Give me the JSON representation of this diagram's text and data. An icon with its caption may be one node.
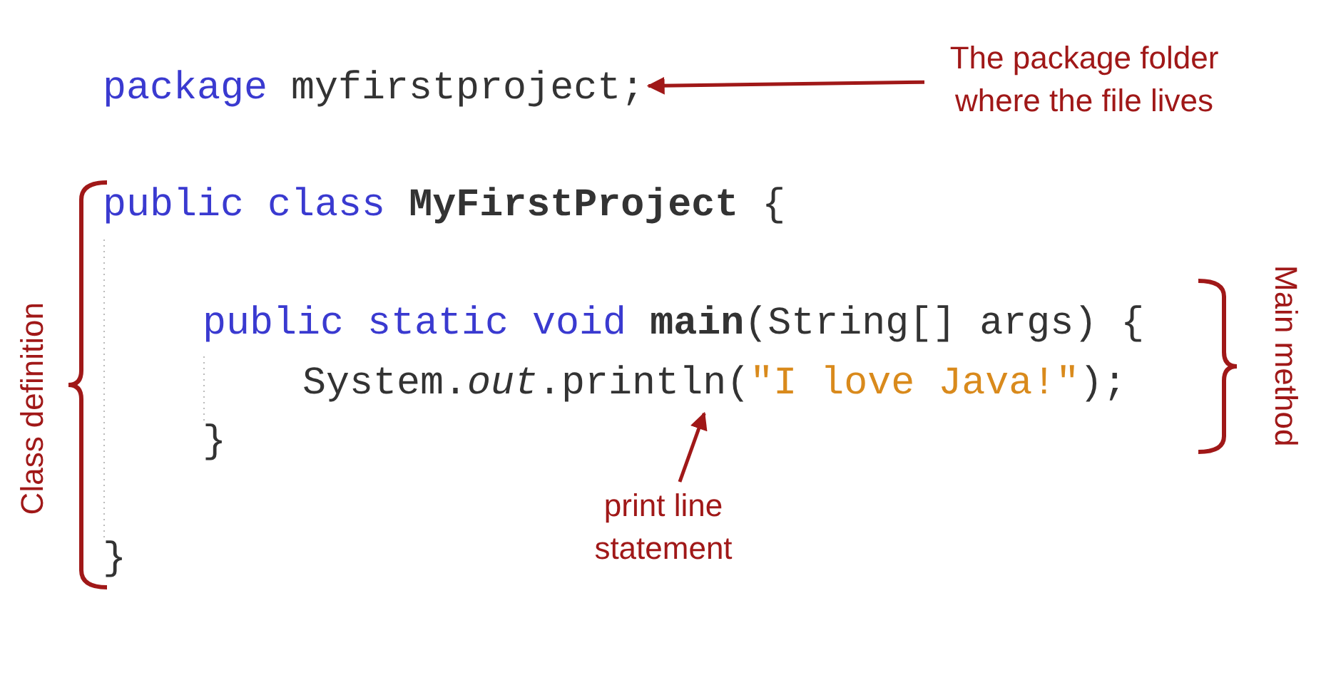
{
  "diagram": {
    "nodes": [
      {
        "text": [
          "package myfirstproject;"
        ]
      },
      {
        "text": [
          "The package folder where the file lives"
        ]
      },
      {
        "text": [
          "System.*out*.println(\"I love Java!\");"
        ]
      },
      {
        "text": [
          "print line statement"
        ]
      }
    ],
    "edges": [
      {
        "from": 1,
        "to": 0,
        "arrow": "to"
      },
      {
        "from": 3,
        "to": 2,
        "arrow": "to"
      }
    ],
    "labels": [
      "public class **MyFirstProject** {",
      "Class definition",
      "public static void **main**(String[] args) {",
      "Main method",
      "}",
      "}"
    ]
  }
}
